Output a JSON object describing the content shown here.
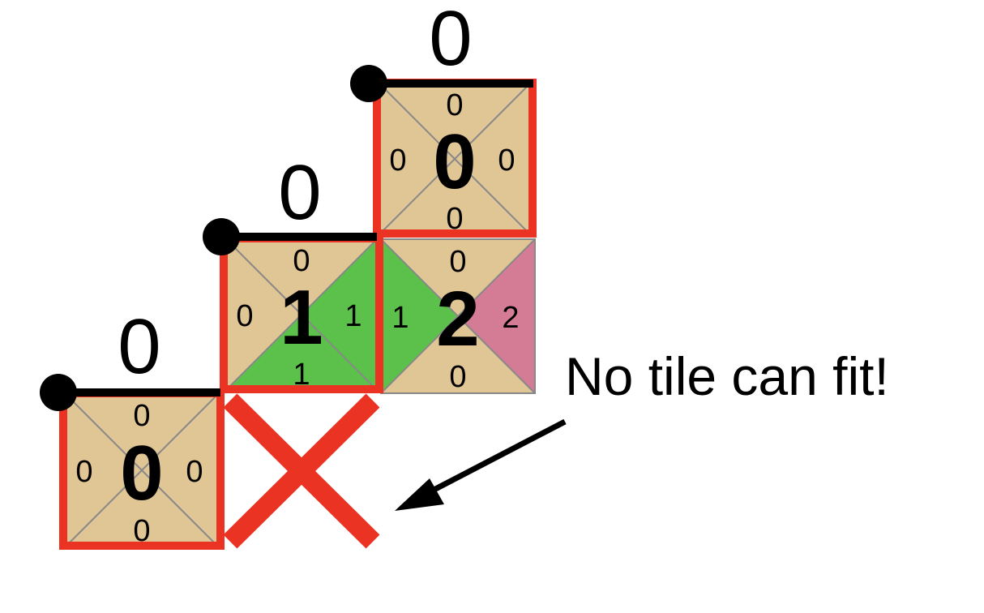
{
  "colors": {
    "0": "#e0c595",
    "1": "#5bc14a",
    "2": "#d47b95",
    "highlight": "#ea3323",
    "edge": "#888888"
  },
  "tiles": [
    {
      "id": "0",
      "edges": {
        "top": "0",
        "right": "0",
        "bottom": "0",
        "left": "0"
      },
      "highlighted": true
    },
    {
      "id": "1",
      "edges": {
        "top": "0",
        "right": "1",
        "bottom": "1",
        "left": "0"
      },
      "highlighted": true
    },
    {
      "id": "0",
      "edges": {
        "top": "0",
        "right": "0",
        "bottom": "0",
        "left": "0"
      },
      "highlighted": true
    },
    {
      "id": "2",
      "edges": {
        "top": "0",
        "right": "2",
        "bottom": "0",
        "left": "1"
      },
      "highlighted": false
    }
  ],
  "boundary_labels": [
    "0",
    "0",
    "0"
  ],
  "annotation": "No tile can fit!"
}
